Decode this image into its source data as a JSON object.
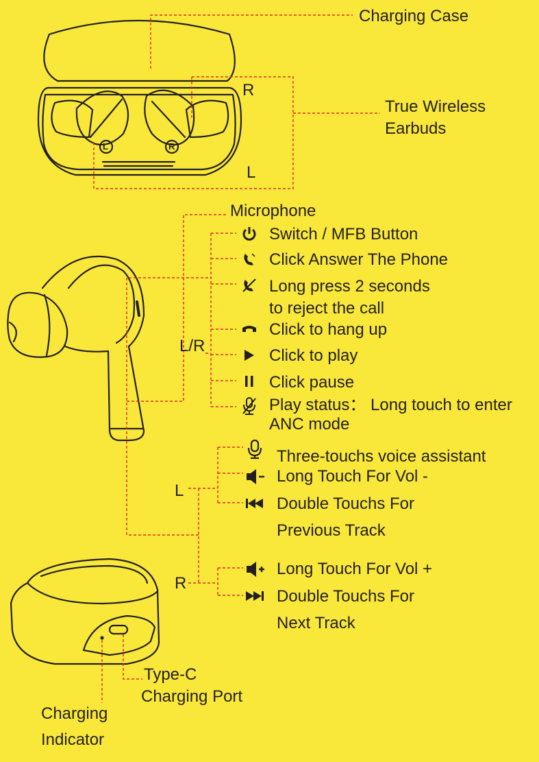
{
  "top": {
    "charging_case": "Charging Case",
    "earbuds_line1": "True Wireless",
    "earbuds_line2": "Earbuds",
    "right_marker": "R",
    "left_marker": "L",
    "bud_left_badge": "L",
    "bud_right_badge": "R"
  },
  "functions": {
    "microphone": "Microphone",
    "switch": "Switch / MFB Button",
    "answer": "Click Answer The Phone",
    "reject_line1": "Long press 2 seconds",
    "reject_line2": "to reject the call",
    "hang_up": "Click to hang up",
    "play": "Click to play",
    "pause": "Click pause",
    "anc_line1": "Play status： Long touch to enter",
    "anc_line2": "ANC mode",
    "lr_label": "L/R"
  },
  "left_controls": {
    "label": "L",
    "voice": "Three-touchs voice assistant",
    "vol_down": "Long Touch For Vol -",
    "prev_line1": "Double Touchs For",
    "prev_line2": "Previous Track"
  },
  "right_controls": {
    "label": "R",
    "vol_up": "Long Touch For Vol +",
    "next_line1": "Double Touchs For",
    "next_line2": "Next Track"
  },
  "case_bottom": {
    "port_line1": "Type-C",
    "port_line2": "Charging Port",
    "indicator_line1": "Charging",
    "indicator_line2": "Indicator"
  },
  "colors": {
    "background": "#f9e83a",
    "line_art": "#231f20",
    "leader_line": "#e02a2a"
  },
  "icons": [
    "power-icon",
    "phone-answer-icon",
    "phone-reject-icon",
    "hang-up-icon",
    "play-icon",
    "pause-icon",
    "mic-off-icon",
    "mic-icon",
    "volume-down-icon",
    "previous-track-icon",
    "volume-up-icon",
    "next-track-icon"
  ]
}
